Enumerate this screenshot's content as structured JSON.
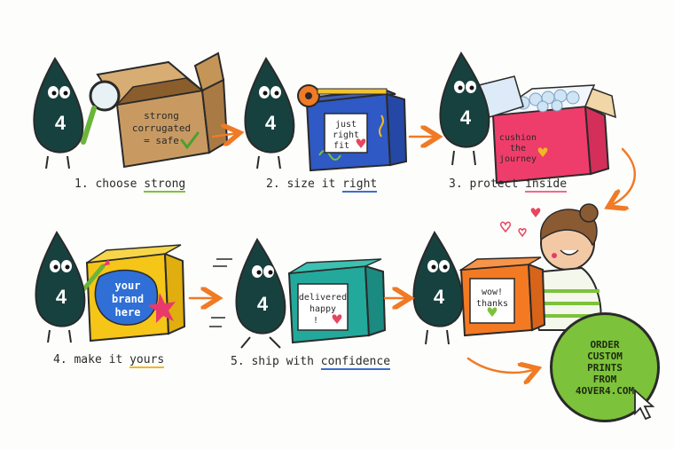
{
  "steps": [
    {
      "prefix": "1. choose ",
      "highlight": "strong",
      "underline_color": "#7cc23a",
      "box_text": [
        "strong",
        "corrugated",
        "= safe"
      ]
    },
    {
      "prefix": "2. size it ",
      "highlight": "right",
      "underline_color": "#3b6fd0",
      "box_text": [
        "just",
        "right",
        "fit"
      ]
    },
    {
      "prefix": "3. protect ",
      "highlight": "inside",
      "underline_color": "#f06a8a",
      "box_text": [
        "cushion",
        "the",
        "journey"
      ]
    },
    {
      "prefix": "4. make it ",
      "highlight": "yours",
      "underline_color": "#f2b822",
      "box_text": [
        "your",
        "brand",
        "here"
      ]
    },
    {
      "prefix": "5. ship with ",
      "highlight": "confidence",
      "underline_color": "#3b6fd0",
      "box_text": [
        "delivered",
        "happy",
        "!"
      ]
    },
    {
      "prefix": "",
      "highlight": "",
      "underline_color": "",
      "box_text": [
        "wow!",
        "thanks"
      ]
    }
  ],
  "mascot_number": "4",
  "cta": {
    "lines": [
      "ORDER",
      "CUSTOM",
      "PRINTS",
      "FROM",
      "4OVER4.COM"
    ],
    "color": "#7cc23a"
  },
  "colors": {
    "mascot": "#17413f",
    "arrow": "#f07a25",
    "ink": "#2a2a2a"
  }
}
